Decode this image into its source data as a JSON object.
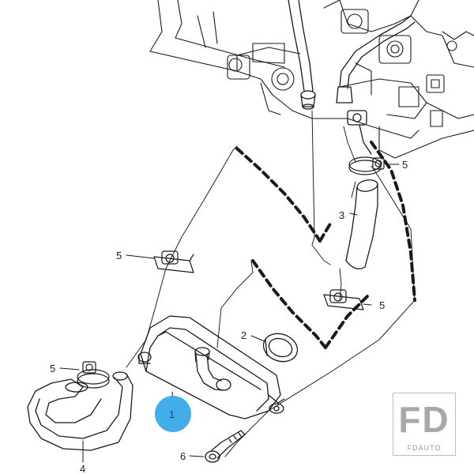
{
  "diagram": {
    "callouts": {
      "part_1": "1",
      "part_2": "2",
      "part_3": "3",
      "part_4": "4",
      "part_5_a": "5",
      "part_5_b": "5",
      "part_5_c": "5",
      "part_5_d": "5",
      "part_6": "6"
    },
    "highlight_color": "#42aee8",
    "line_color": "#1a1a1a"
  },
  "watermark": {
    "mark": "FD",
    "text": "FDAUTO"
  }
}
